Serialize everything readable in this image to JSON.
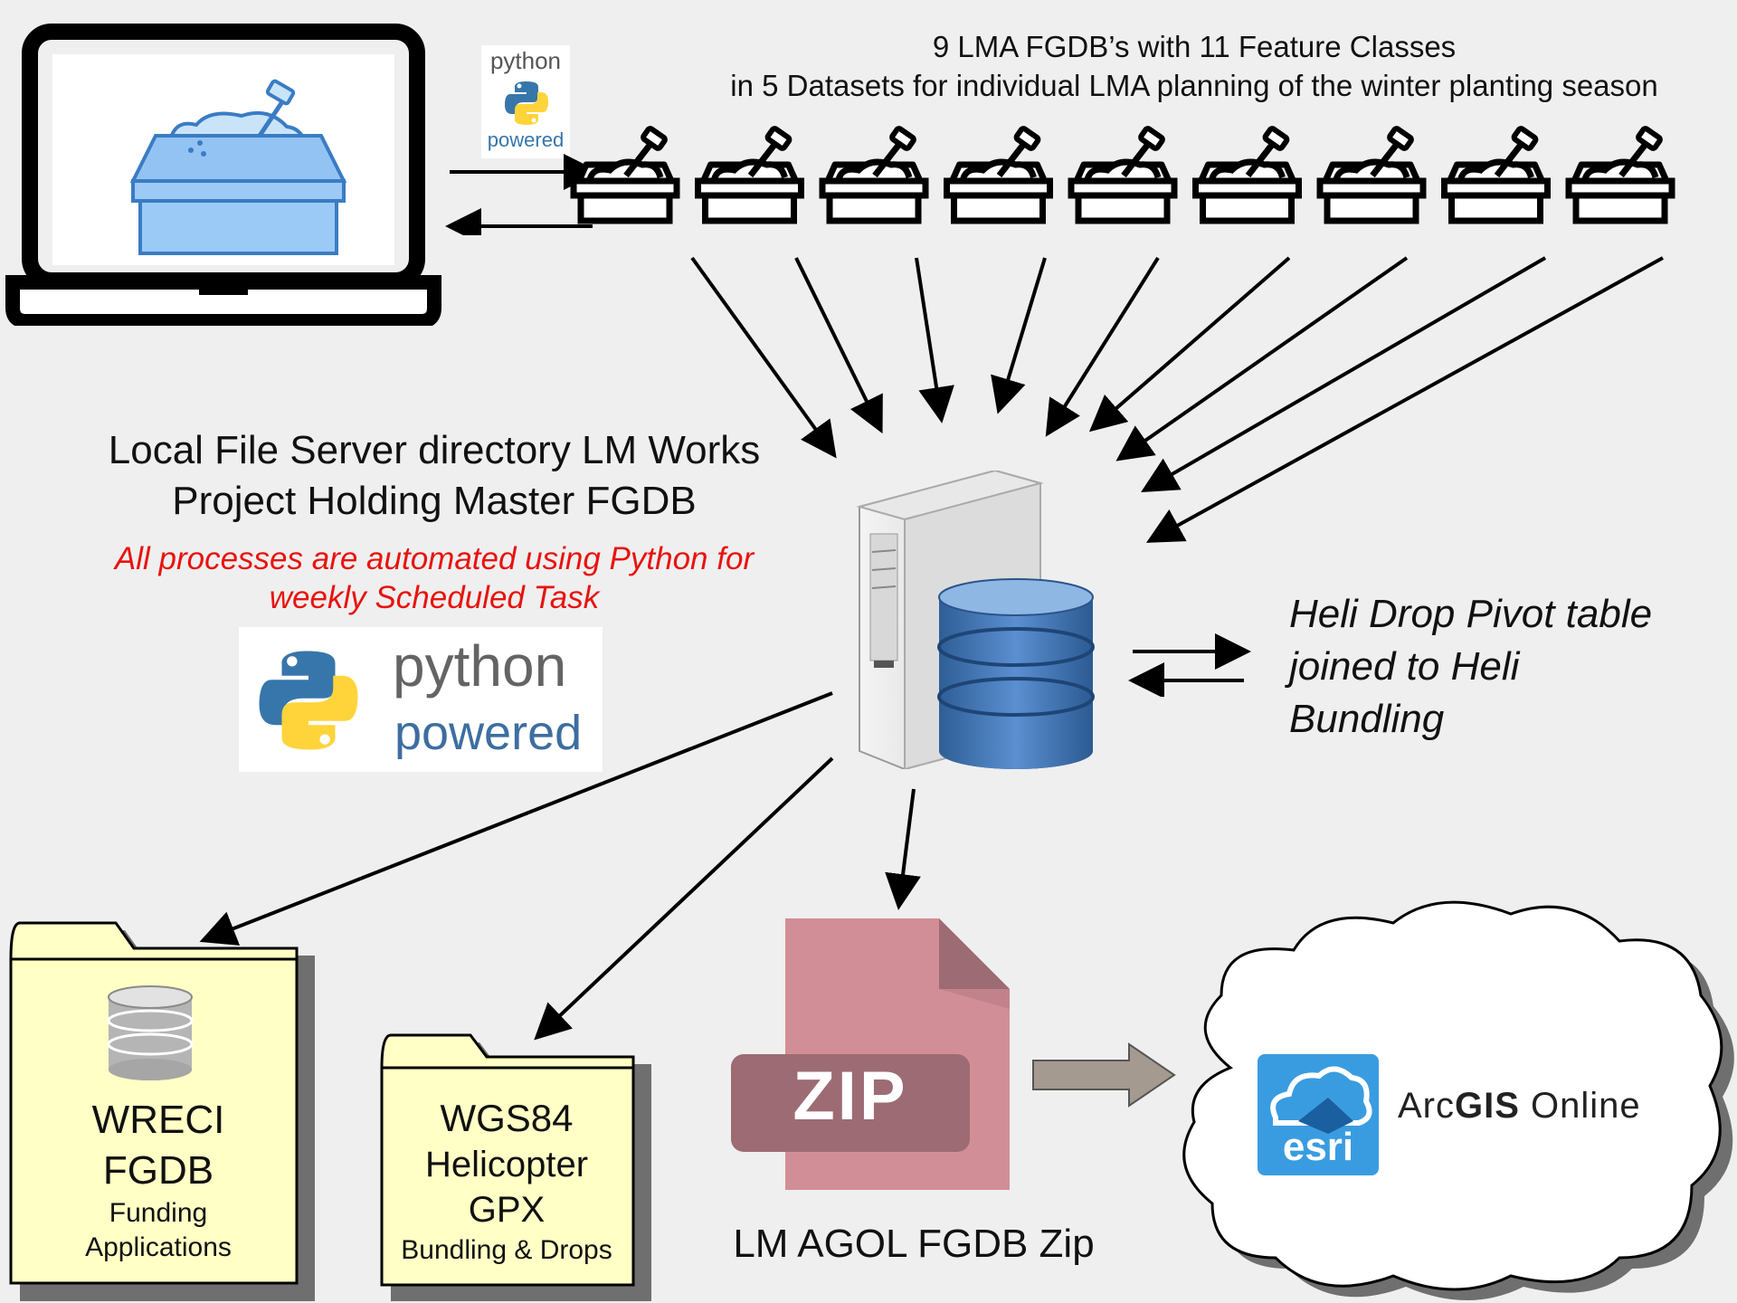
{
  "top_caption": {
    "line1": "9 LMA FGDB’s with 11 Feature Classes",
    "line2": "in 5 Datasets for individual LMA planning of the winter planting season"
  },
  "server": {
    "title_line1": "Local File Server directory LM Works",
    "title_line2": "Project Holding Master FGDB",
    "automation_line1": "All processes are automated using Python for",
    "automation_line2": "weekly Scheduled Task"
  },
  "python_badge": {
    "word": "python",
    "tagline": "powered"
  },
  "heli_note": {
    "line1": "Heli Drop Pivot table",
    "line2": "joined to Heli",
    "line3": "Bundling"
  },
  "folder_wreci": {
    "line1": "WRECI",
    "line2": "FGDB",
    "sub1": "Funding",
    "sub2": "Applications"
  },
  "folder_wgs84": {
    "line1": "WGS84",
    "line2": "Helicopter",
    "line3": "GPX",
    "sub": "Bundling & Drops"
  },
  "zip": {
    "badge": "ZIP",
    "caption": "LM AGOL FGDB Zip"
  },
  "arcgis": {
    "brand": "esri",
    "prefix": "Arc",
    "bold": "GIS",
    "suffix": " Online"
  },
  "colors": {
    "python_blue": "#3776ab",
    "python_yellow": "#ffd43b",
    "alert_red": "#e8130f",
    "folder_fill": "#ffffc6",
    "zip_pink": "#d28e96",
    "zip_dark": "#9d6b73",
    "esri_blue": "#3a9ce0",
    "arrow_gray": "#a59a8f",
    "db_blue": "#3d72b0"
  },
  "sandbox_count": 9
}
